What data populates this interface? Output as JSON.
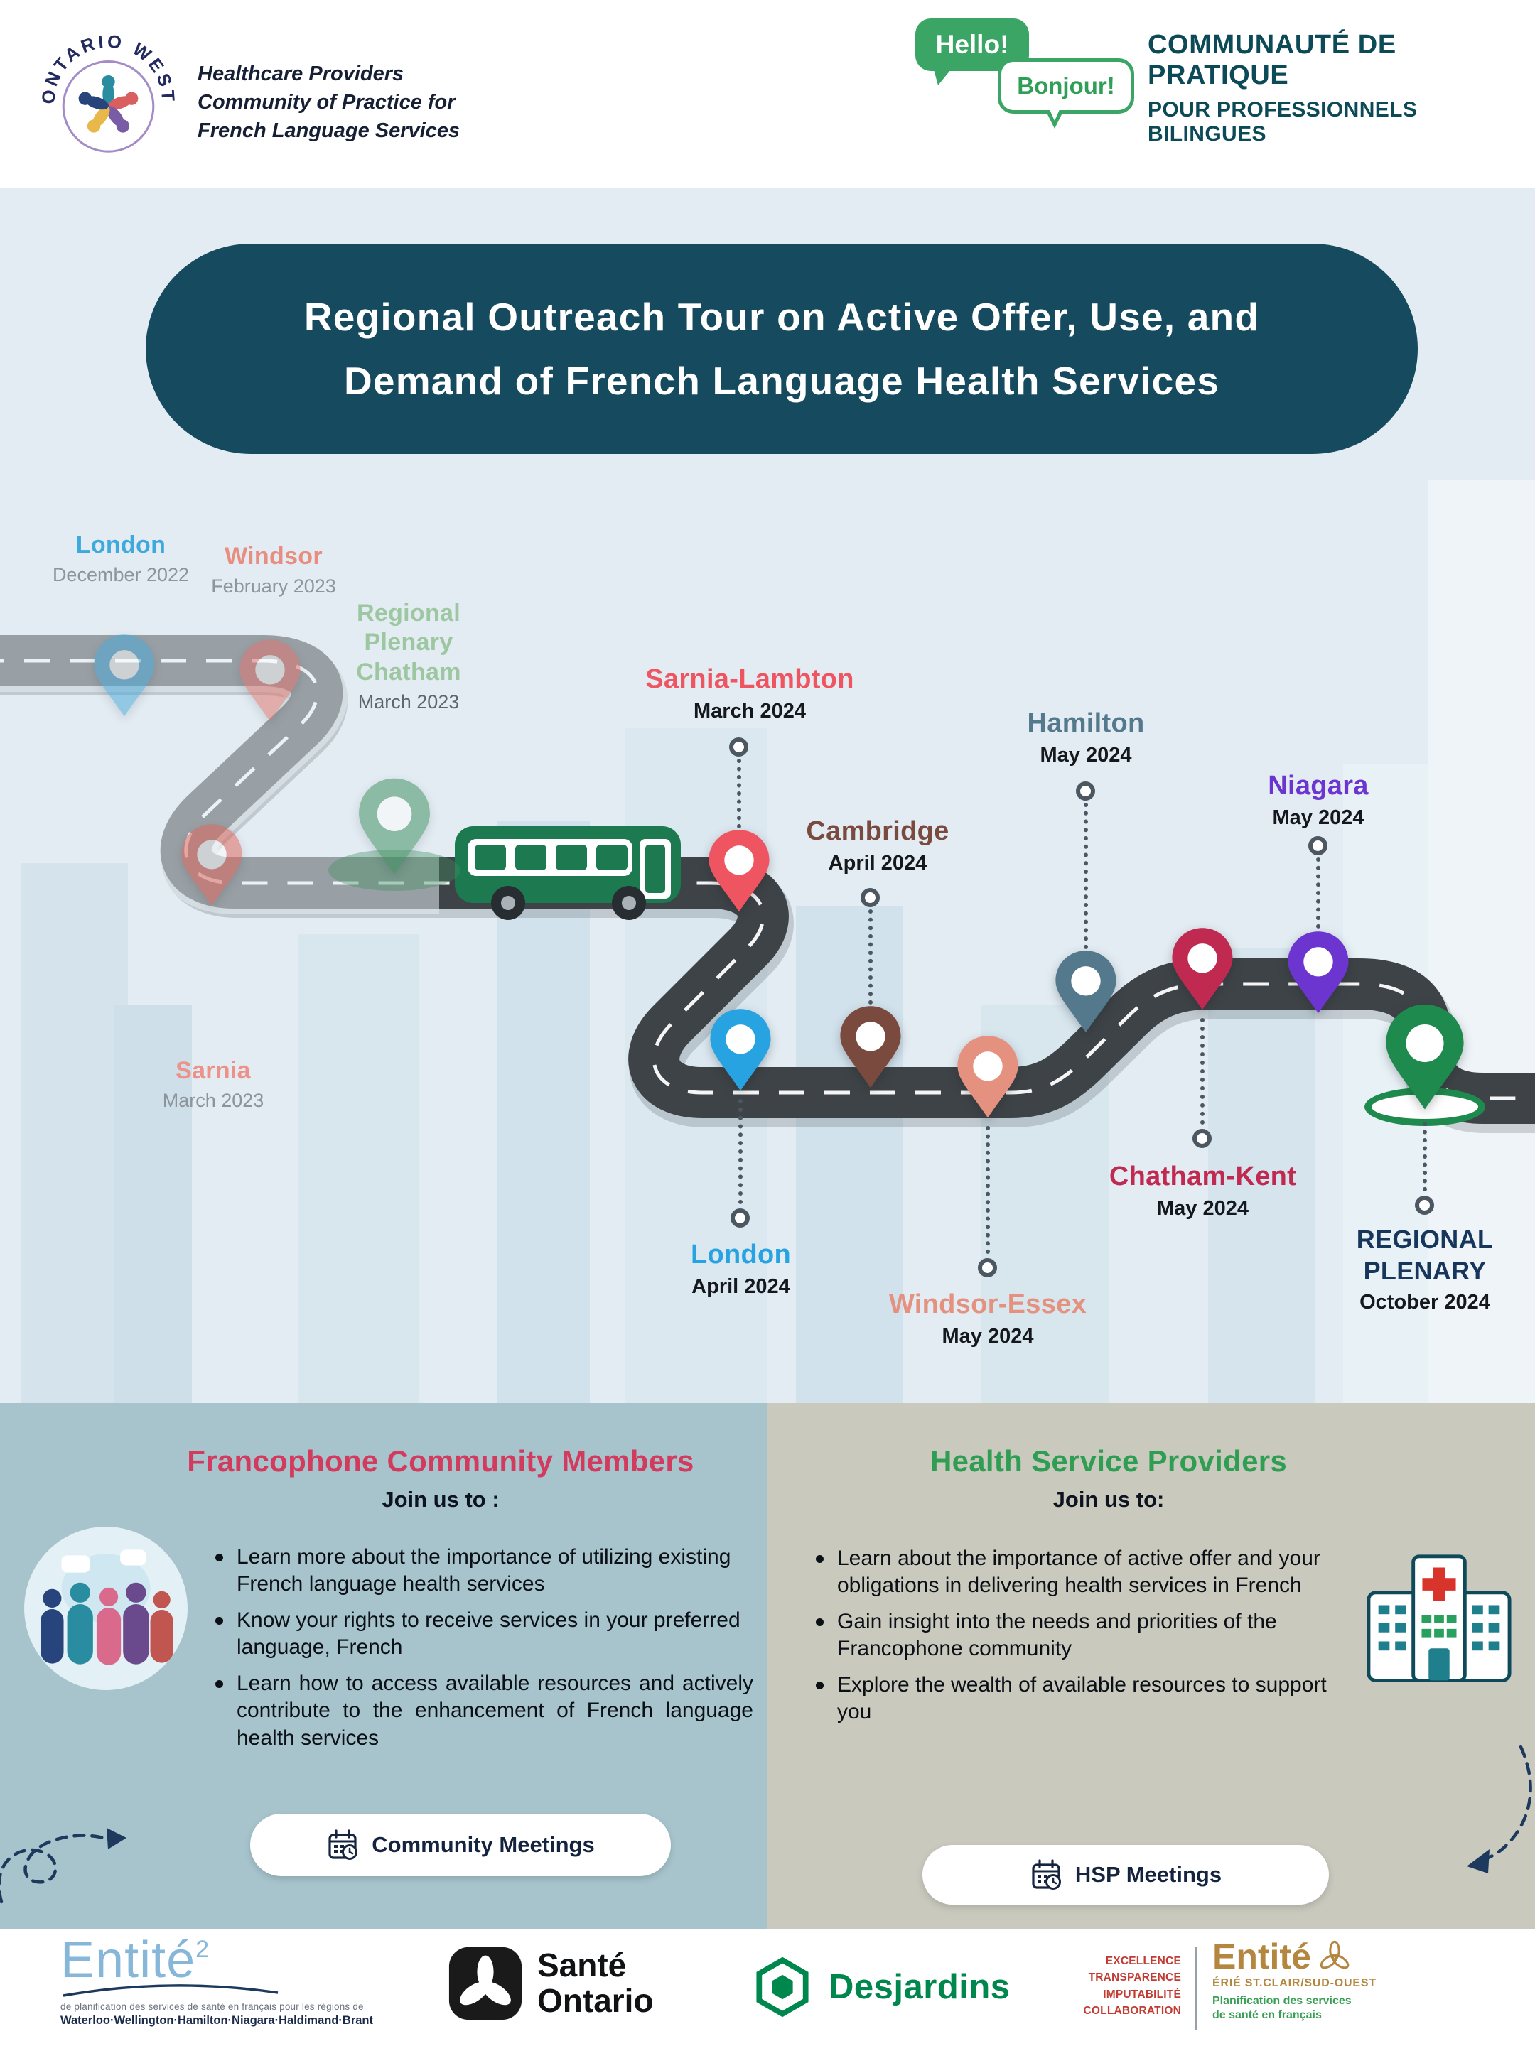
{
  "header": {
    "logo_arc_text": "ONTARIO WEST",
    "org_line1": "Healthcare Providers",
    "org_line2": "Community of Practice for",
    "org_line3": "French Language Services",
    "hello": "Hello!",
    "bonjour": "Bonjour!",
    "brand_line1": "COMMUNAUTÉ DE PRATIQUE",
    "brand_line2": "POUR PROFESSIONNELS BILINGUES"
  },
  "banner": {
    "line1": "Regional Outreach Tour on Active Offer, Use, and",
    "line2": "Demand of French Language Health Services"
  },
  "map": {
    "stops": [
      {
        "name": "London",
        "date": "December 2022",
        "color": "#4aa9d9",
        "label_color": "#3fa9dd"
      },
      {
        "name": "Windsor",
        "date": "February 2023",
        "color": "#df746c",
        "label_color": "#e98d80"
      },
      {
        "name": "Regional Plenary Chatham",
        "date": "March 2023",
        "color": "#3f8f5f",
        "label_color": "#9cc7a0"
      },
      {
        "name": "Sarnia",
        "date": "March 2023",
        "color": "#df635a",
        "label_color": "#ee9188"
      },
      {
        "name": "Sarnia-Lambton",
        "date": "March 2024",
        "color": "#ef5560",
        "label_color": "#ef5560"
      },
      {
        "name": "Cambridge",
        "date": "April 2024",
        "color": "#7b4a3f",
        "label_color": "#7b4a3f"
      },
      {
        "name": "London",
        "date": "April 2024",
        "color": "#28a3e2",
        "label_color": "#28a3e2"
      },
      {
        "name": "Windsor-Essex",
        "date": "May 2024",
        "color": "#e5917f",
        "label_color": "#e5917f"
      },
      {
        "name": "Hamilton",
        "date": "May 2024",
        "color": "#54788c",
        "label_color": "#54788c"
      },
      {
        "name": "Chatham-Kent",
        "date": "May 2024",
        "color": "#c02a50",
        "label_color": "#c02a50"
      },
      {
        "name": "Niagara",
        "date": "May 2024",
        "color": "#6d35cf",
        "label_color": "#6d35cf"
      },
      {
        "name": "REGIONAL PLENARY",
        "date": "October 2024",
        "color": "#1e8a4d",
        "label_color": "#17365c"
      }
    ]
  },
  "community": {
    "heading": "Francophone Community Members",
    "subheading": "Join us to :",
    "bullets": [
      "Learn more about the importance of utilizing existing French language health services",
      "Know your rights to receive services in your preferred language, French",
      "Learn how to access available resources and actively contribute to the enhancement of French language health services"
    ],
    "button_label": "Community Meetings"
  },
  "providers": {
    "heading": "Health Service Providers",
    "subheading": "Join us to:",
    "bullets": [
      "Learn about the importance of active offer and your obligations in delivering health services in French",
      "Gain insight into the needs and priorities of the Francophone community",
      "Explore the wealth of available resources to support you"
    ],
    "button_label": "HSP Meetings"
  },
  "footer": {
    "entite2": {
      "name": "Entité",
      "sup": "2",
      "tagline": "de planification des services de santé en français pour les régions de",
      "regions": "Waterloo·Wellington·Hamilton·Niagara·Haldimand·Brant"
    },
    "sante_ontario": {
      "line1": "Santé",
      "line2": "Ontario"
    },
    "desjardins": {
      "name": "Desjardins"
    },
    "esc": {
      "values": [
        "EXCELLENCE",
        "TRANSPARENCE",
        "IMPUTABILITÉ",
        "COLLABORATION"
      ],
      "name": "Entité",
      "region": "ÉRIÉ ST.CLAIR/SUD-OUEST",
      "tag1": "Planification des services",
      "tag2": "de santé en français"
    }
  },
  "colors": {
    "banner_bg": "#164a5e",
    "community_heading": "#d23a5e",
    "providers_heading": "#2f9e53",
    "road": "#3e4347",
    "bus": "#1d7a50",
    "panel_left": "#a7c4cd",
    "panel_right": "#c9c9be"
  }
}
